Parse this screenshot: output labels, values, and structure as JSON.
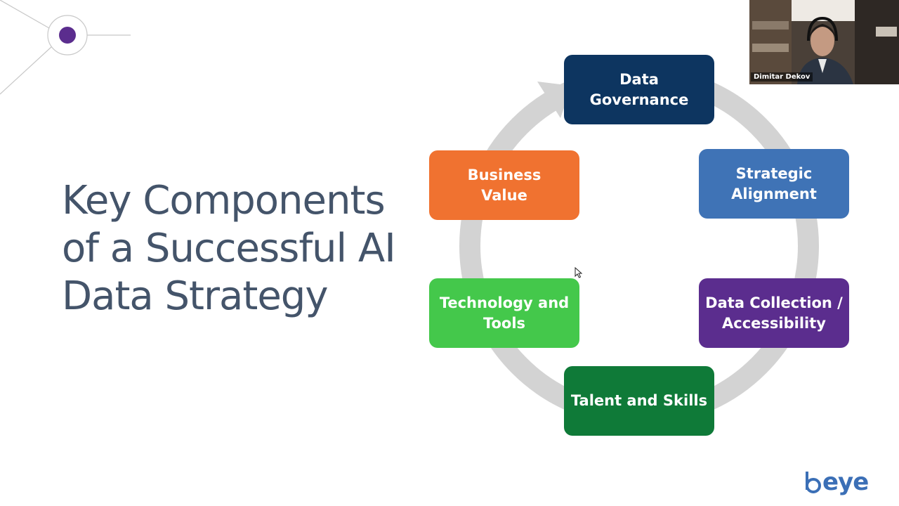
{
  "slide": {
    "title_lines": [
      "Key Components",
      "of a Successful AI",
      "Data Strategy"
    ]
  },
  "components": [
    {
      "id": "gov",
      "lines": [
        "Data",
        "Governance"
      ],
      "color": "#0d3560"
    },
    {
      "id": "strat",
      "lines": [
        "Strategic",
        "Alignment"
      ],
      "color": "#3f73b6"
    },
    {
      "id": "coll",
      "lines": [
        "Data Collection /",
        "Accessibility"
      ],
      "color": "#5b2d8e"
    },
    {
      "id": "talent",
      "lines": [
        "Talent and Skills"
      ],
      "color": "#0f7a38"
    },
    {
      "id": "tech",
      "lines": [
        "Technology and",
        "Tools"
      ],
      "color": "#44c84b"
    },
    {
      "id": "biz",
      "lines": [
        "Business",
        "Value"
      ],
      "color": "#f07230"
    }
  ],
  "video_tile": {
    "participant_name": "Dimitar Dekov"
  },
  "brand": {
    "logo_text": "eye",
    "accent_color": "#5b2d8e",
    "logo_color": "#3b6fb6",
    "cycle_arrow_color": "#d3d3d3"
  }
}
